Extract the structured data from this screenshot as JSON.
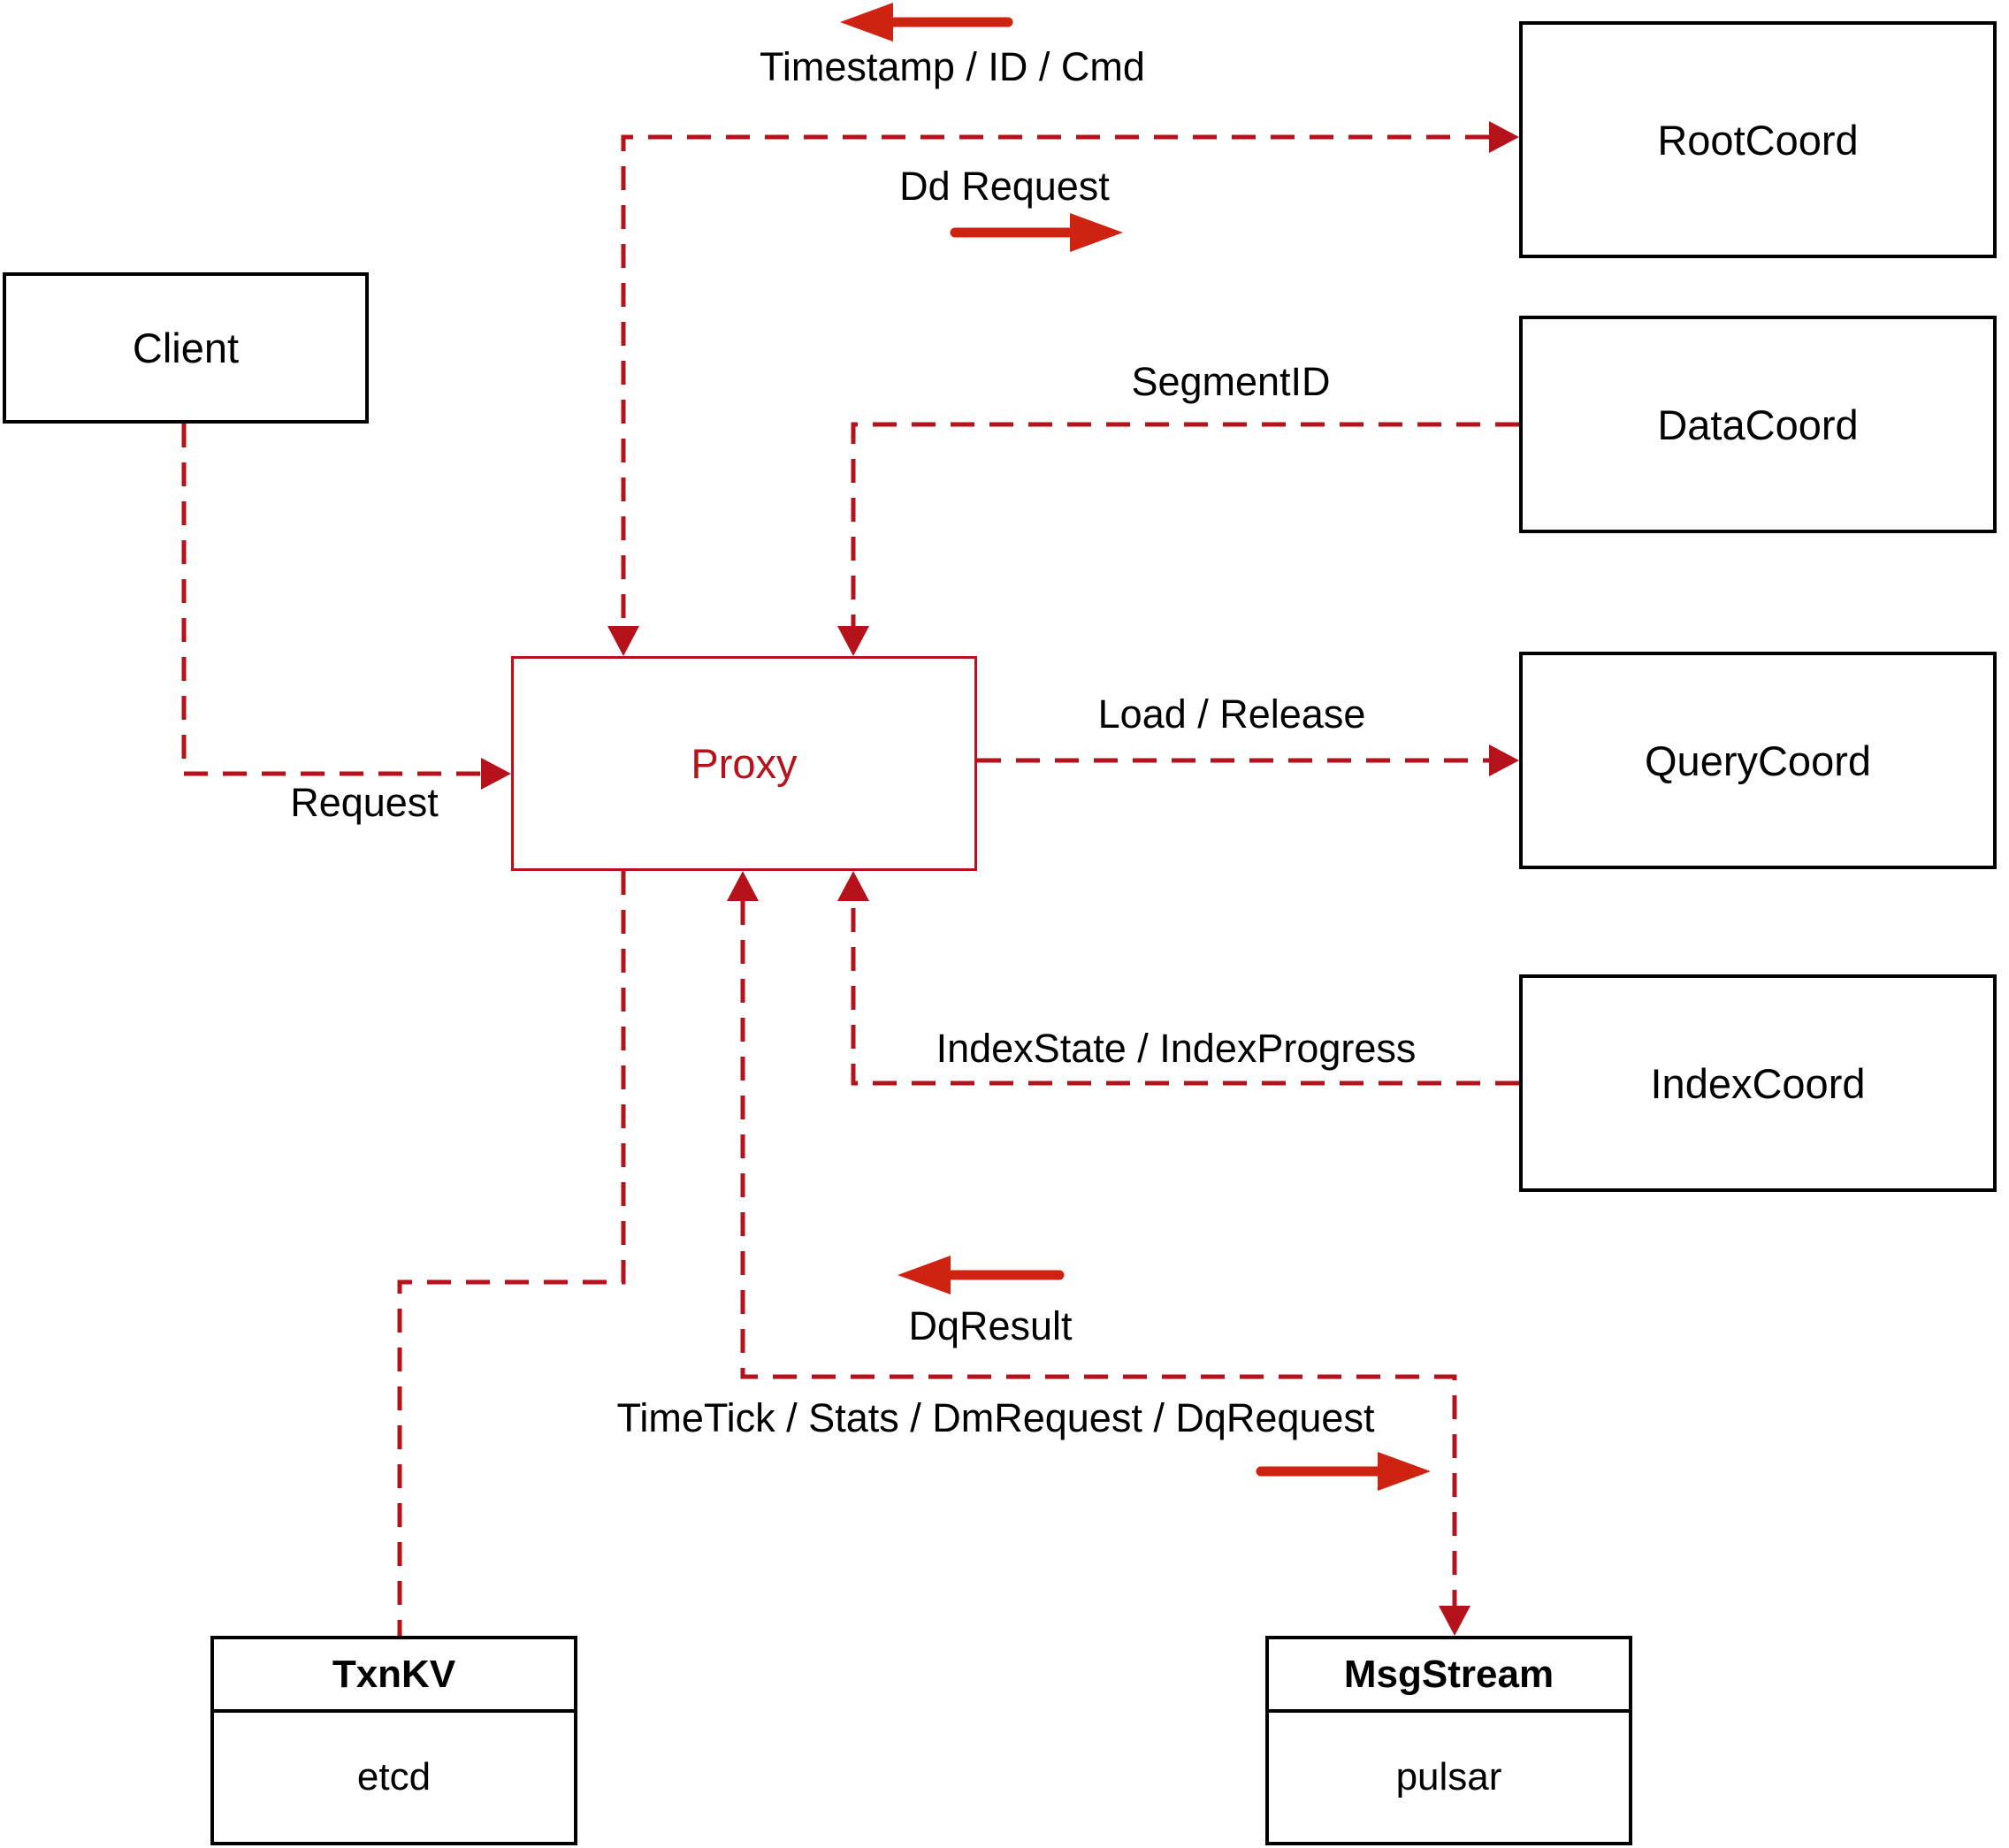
{
  "nodes": {
    "client": {
      "label": "Client"
    },
    "proxy": {
      "label": "Proxy"
    },
    "rootcoord": {
      "label": "RootCoord"
    },
    "datacoord": {
      "label": "DataCoord"
    },
    "querycoord": {
      "label": "QueryCoord"
    },
    "indexcoord": {
      "label": "IndexCoord"
    },
    "txnkv": {
      "title": "TxnKV",
      "impl": "etcd"
    },
    "msgstream": {
      "title": "MsgStream",
      "impl": "pulsar"
    }
  },
  "edge_labels": {
    "timestamp": "Timestamp / ID / Cmd",
    "dd_request": "Dd Request",
    "segment_id": "SegmentID",
    "request": "Request",
    "load_release": "Load / Release",
    "index_state": "IndexState / IndexProgress",
    "dq_result": "DqResult",
    "time_tick": "TimeTick / Stats / DmRequest / DqRequest"
  },
  "colors": {
    "connector": "#b5121b",
    "solid_arrow": "#cf2312",
    "node_border": "#000000",
    "proxy_accent": "#b5121b",
    "text": "#000000",
    "background": "#ffffff"
  }
}
